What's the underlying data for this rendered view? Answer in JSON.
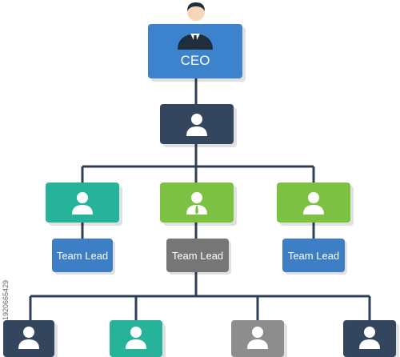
{
  "ceo": {
    "title": "CEO",
    "icon": "ceo-icon"
  },
  "team_leads": [
    {
      "label": "Team Lead",
      "color": "#3d7ec4"
    },
    {
      "label": "Team Lead",
      "color": "#767676"
    },
    {
      "label": "Team Lead",
      "color": "#3d7ec4"
    }
  ],
  "colors": {
    "ceo": "#3d82cc",
    "manager": "#34465e",
    "teal": "#27b39a",
    "green": "#7cc142",
    "gray": "#8d8d8d",
    "navy": "#34465e",
    "connector": "#2f3f55"
  },
  "stock_id": "1920665429"
}
